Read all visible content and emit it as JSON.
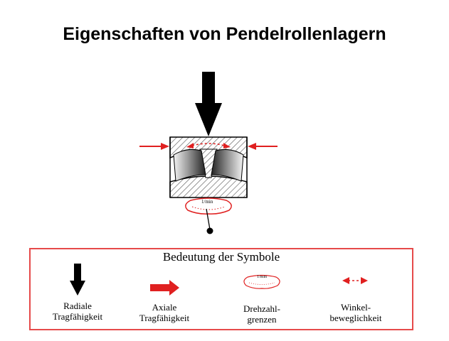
{
  "title": "Eigenschaften von Pendelrollenlagern",
  "diagram": {
    "gauge_label": "1/min"
  },
  "legend": {
    "heading": "Bedeutung der Symbole",
    "items": [
      {
        "line1": "Radiale",
        "line2": "Tragfähigkeit",
        "icon": "down-arrow-icon"
      },
      {
        "line1": "Axiale",
        "line2": "Tragfähigkeit",
        "icon": "red-arrow-icon"
      },
      {
        "line1": "Drehzahl-",
        "line2": "grenzen",
        "icon": "speed-gauge-icon",
        "gauge_label": "1/min"
      },
      {
        "line1": "Winkel-",
        "line2": "beweglichkeit",
        "icon": "angular-arrow-icon"
      }
    ]
  },
  "colors": {
    "accent_red": "#e02020",
    "border_red": "#e64a4a",
    "black": "#000000"
  }
}
